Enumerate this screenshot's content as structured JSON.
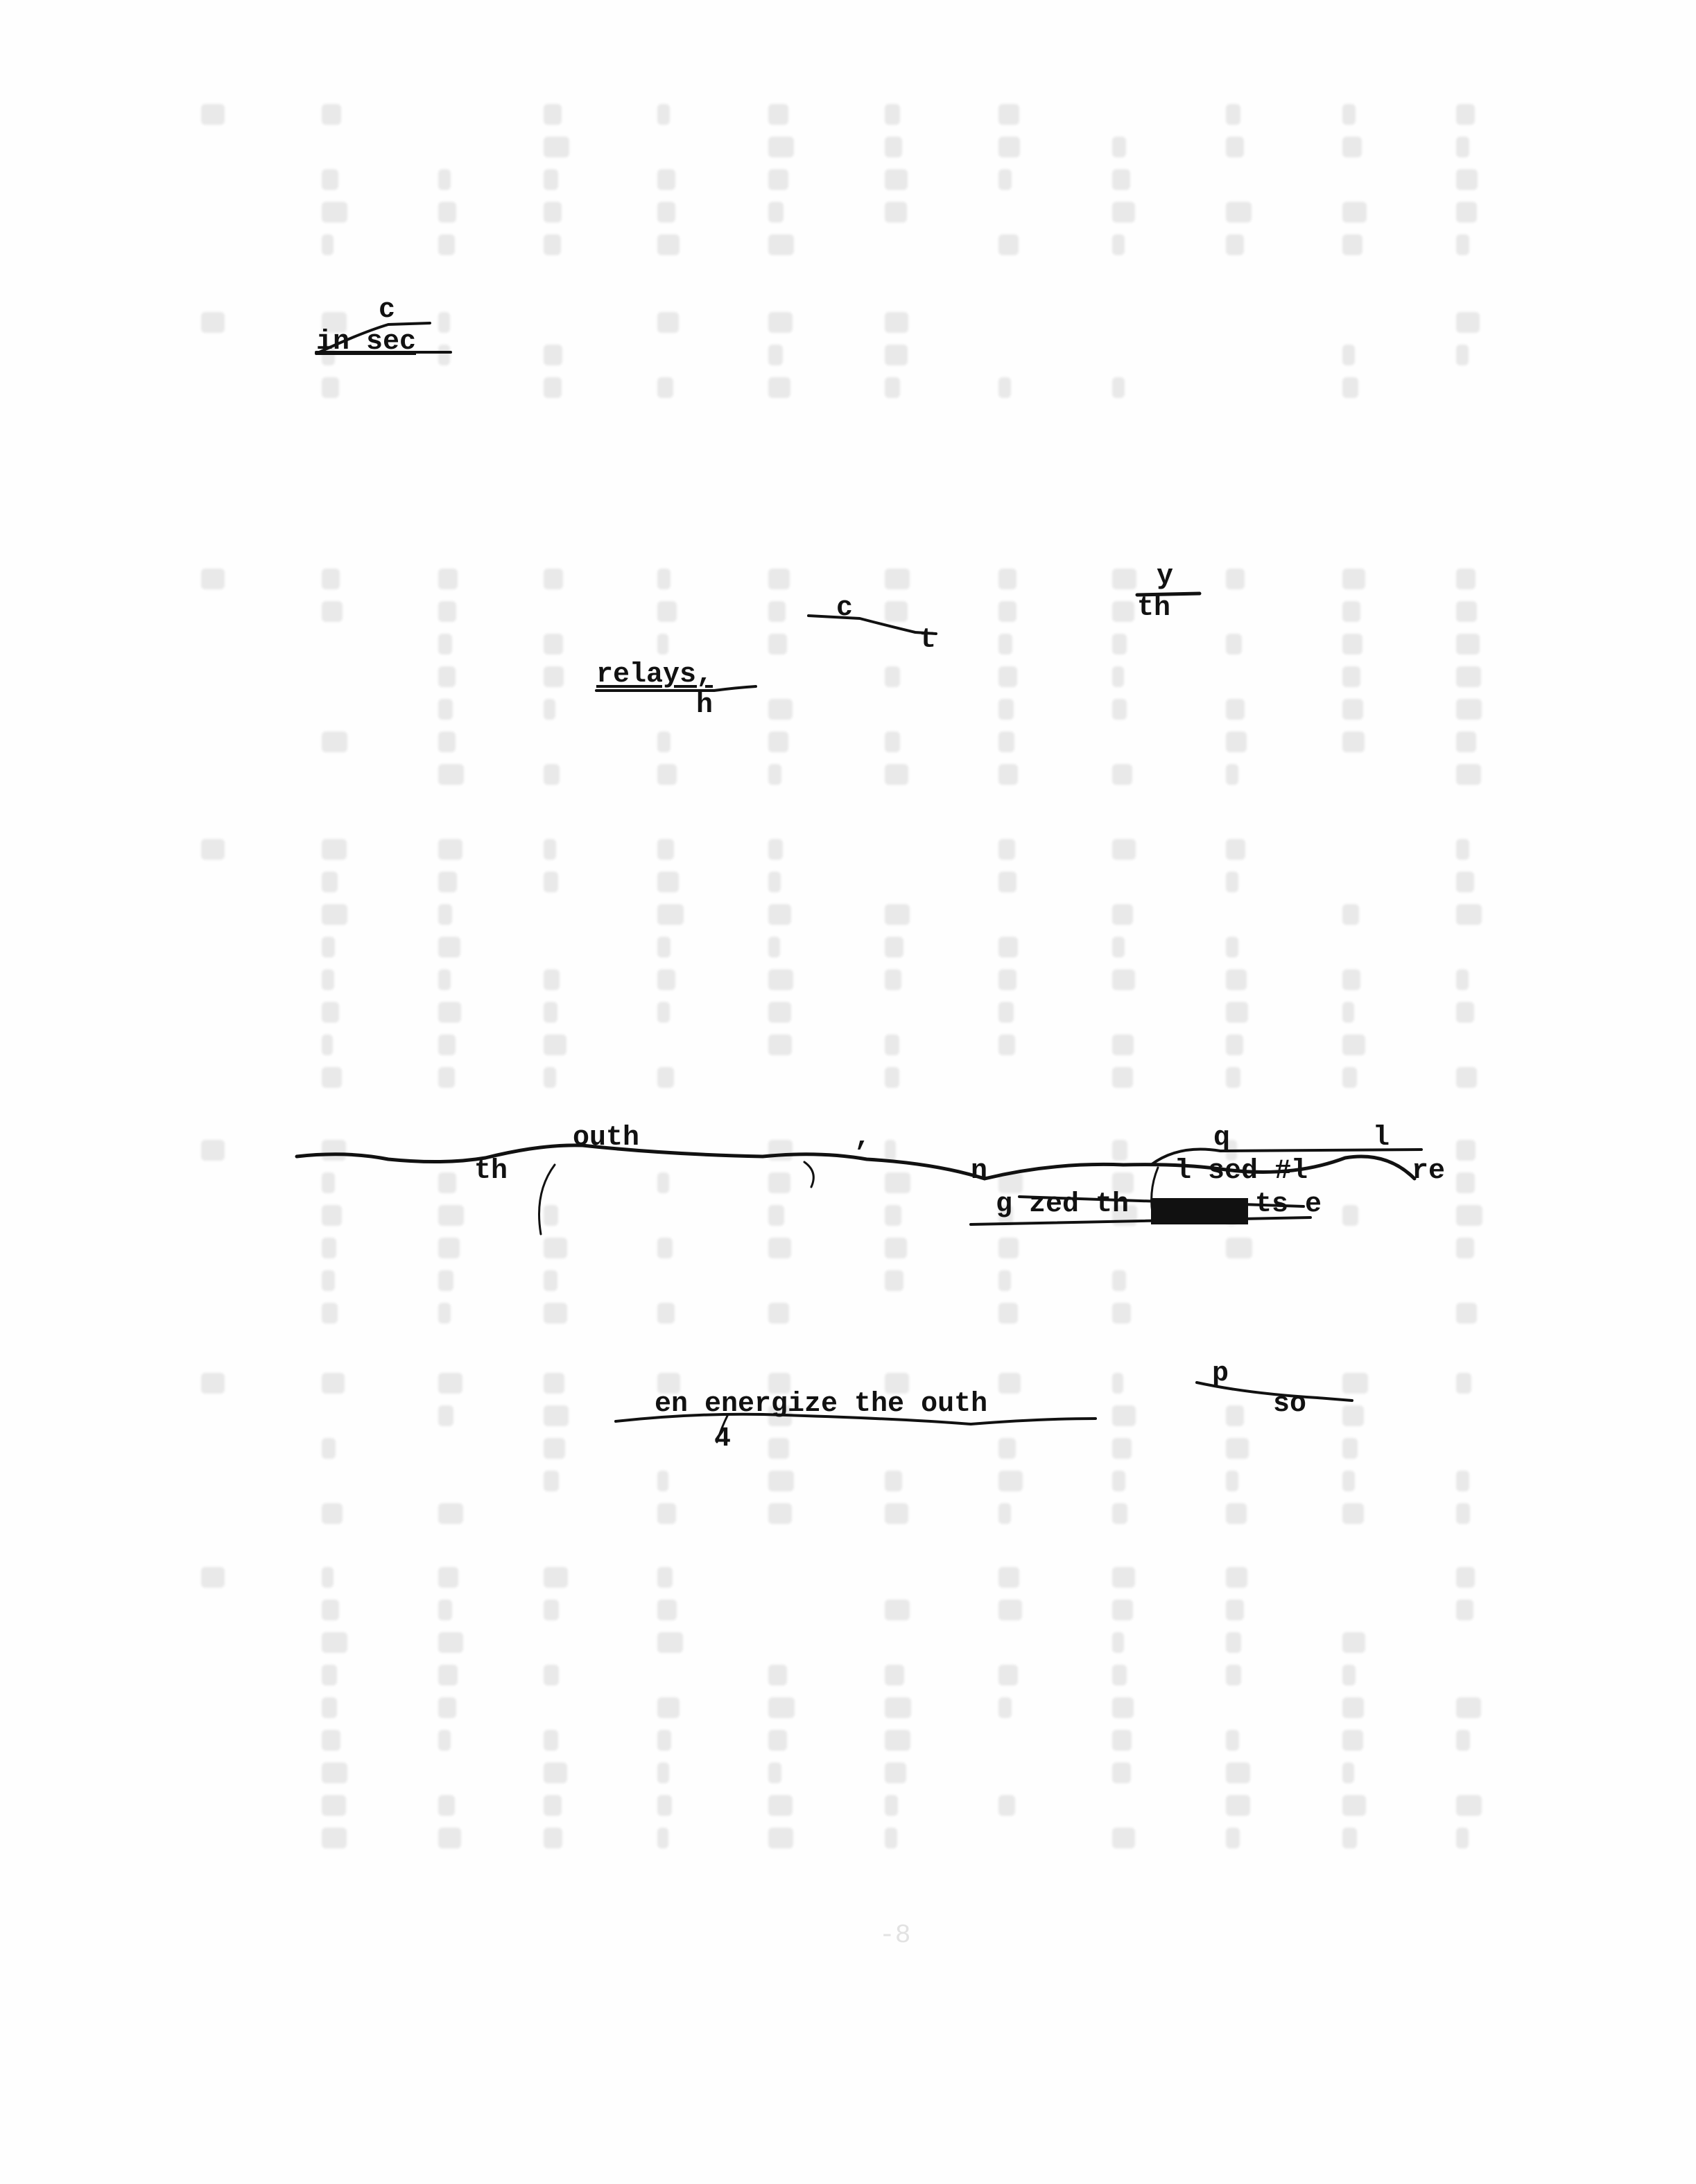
{
  "document": {
    "fragments": {
      "c1": "c",
      "in_sec": "in sec",
      "c2": "c",
      "t": "t",
      "y": "y",
      "th1": "th",
      "relays": "relays,",
      "h": "h",
      "outh1": "outh",
      "th2": "th",
      "comma": ",",
      "n": "n",
      "q": "q",
      "l": "l",
      "lsed": "l sed #l",
      "re": "re",
      "gzed": "g zed th",
      "ts": "ts e",
      "energize": "en energize the outh",
      "four": "4",
      "p": "p",
      "so": "so"
    },
    "page_number": "-8"
  }
}
